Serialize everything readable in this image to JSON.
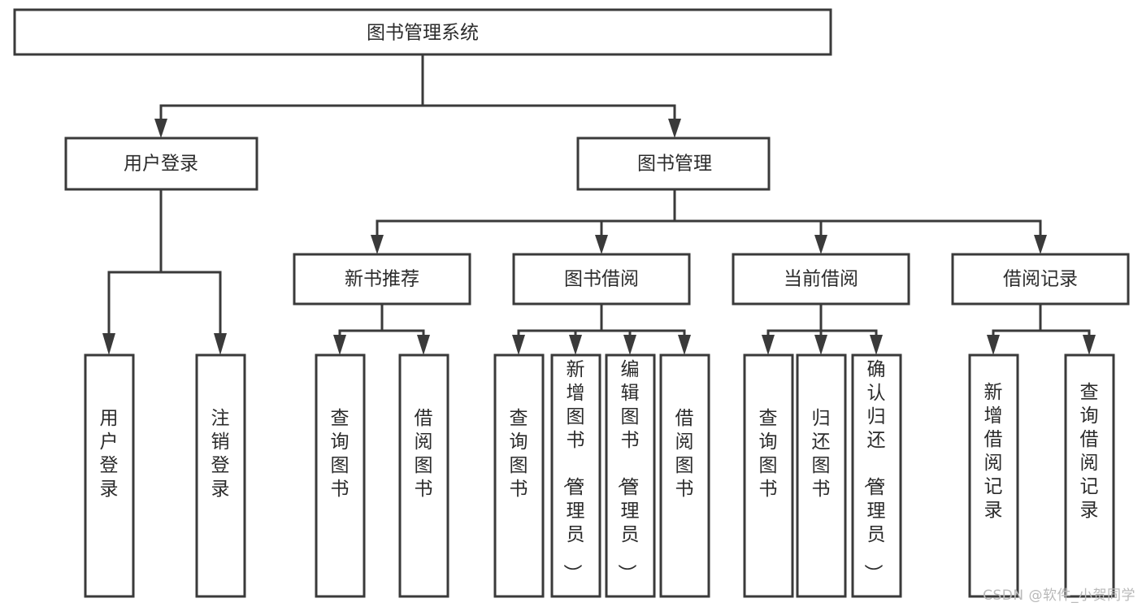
{
  "diagram": {
    "title": "图书管理系统",
    "watermark": "CSDN @软件_小贺同学",
    "orientation": "top-down-tree",
    "colors": {
      "stroke": "#3a3a3a",
      "fill": "#ffffff",
      "text": "#2b2b2b",
      "watermark": "#b9b9b9"
    },
    "nodes": {
      "root": {
        "label": "图书管理系统",
        "level": 1,
        "text_orientation": "horizontal"
      },
      "n_user_login": {
        "label": "用户登录",
        "level": 2,
        "text_orientation": "horizontal"
      },
      "n_book_manage": {
        "label": "图书管理",
        "level": 2,
        "text_orientation": "horizontal"
      },
      "n_new_book_rec": {
        "label": "新书推荐",
        "level": 3,
        "text_orientation": "horizontal"
      },
      "n_book_borrow": {
        "label": "图书借阅",
        "level": 3,
        "text_orientation": "horizontal"
      },
      "n_current_borrow": {
        "label": "当前借阅",
        "level": 3,
        "text_orientation": "horizontal"
      },
      "n_borrow_record": {
        "label": "借阅记录",
        "level": 3,
        "text_orientation": "horizontal"
      },
      "l_user_login": {
        "label": "用户登录",
        "level": 4,
        "text_orientation": "vertical"
      },
      "l_logout": {
        "label": "注销登录",
        "level": 4,
        "text_orientation": "vertical"
      },
      "l_query_book_1": {
        "label": "查询图书",
        "level": 4,
        "text_orientation": "vertical"
      },
      "l_borrow_book_1": {
        "label": "借阅图书",
        "level": 4,
        "text_orientation": "vertical"
      },
      "l_query_book_2": {
        "label": "查询图书",
        "level": 4,
        "text_orientation": "vertical"
      },
      "l_add_book": {
        "label": "新增图书（管理员）",
        "level": 4,
        "text_orientation": "vertical"
      },
      "l_edit_book": {
        "label": "编辑图书（管理员）",
        "level": 4,
        "text_orientation": "vertical"
      },
      "l_borrow_book_2": {
        "label": "借阅图书",
        "level": 4,
        "text_orientation": "vertical"
      },
      "l_query_book_3": {
        "label": "查询图书",
        "level": 4,
        "text_orientation": "vertical"
      },
      "l_return_book": {
        "label": "归还图书",
        "level": 4,
        "text_orientation": "vertical"
      },
      "l_confirm_return": {
        "label": "确认归还（管理员）",
        "level": 4,
        "text_orientation": "vertical"
      },
      "l_add_record": {
        "label": "新增借阅记录",
        "level": 4,
        "text_orientation": "vertical"
      },
      "l_query_record": {
        "label": "查询借阅记录",
        "level": 4,
        "text_orientation": "vertical"
      }
    },
    "edges": [
      {
        "from": "root",
        "to": "n_user_login"
      },
      {
        "from": "root",
        "to": "n_book_manage"
      },
      {
        "from": "n_user_login",
        "to": "l_user_login"
      },
      {
        "from": "n_user_login",
        "to": "l_logout"
      },
      {
        "from": "n_book_manage",
        "to": "n_new_book_rec"
      },
      {
        "from": "n_book_manage",
        "to": "n_book_borrow"
      },
      {
        "from": "n_book_manage",
        "to": "n_current_borrow"
      },
      {
        "from": "n_book_manage",
        "to": "n_borrow_record"
      },
      {
        "from": "n_new_book_rec",
        "to": "l_query_book_1"
      },
      {
        "from": "n_new_book_rec",
        "to": "l_borrow_book_1"
      },
      {
        "from": "n_book_borrow",
        "to": "l_query_book_2"
      },
      {
        "from": "n_book_borrow",
        "to": "l_add_book"
      },
      {
        "from": "n_book_borrow",
        "to": "l_edit_book"
      },
      {
        "from": "n_book_borrow",
        "to": "l_borrow_book_2"
      },
      {
        "from": "n_current_borrow",
        "to": "l_query_book_3"
      },
      {
        "from": "n_current_borrow",
        "to": "l_return_book"
      },
      {
        "from": "n_current_borrow",
        "to": "l_confirm_return"
      },
      {
        "from": "n_borrow_record",
        "to": "l_add_record"
      },
      {
        "from": "n_borrow_record",
        "to": "l_query_record"
      }
    ]
  }
}
